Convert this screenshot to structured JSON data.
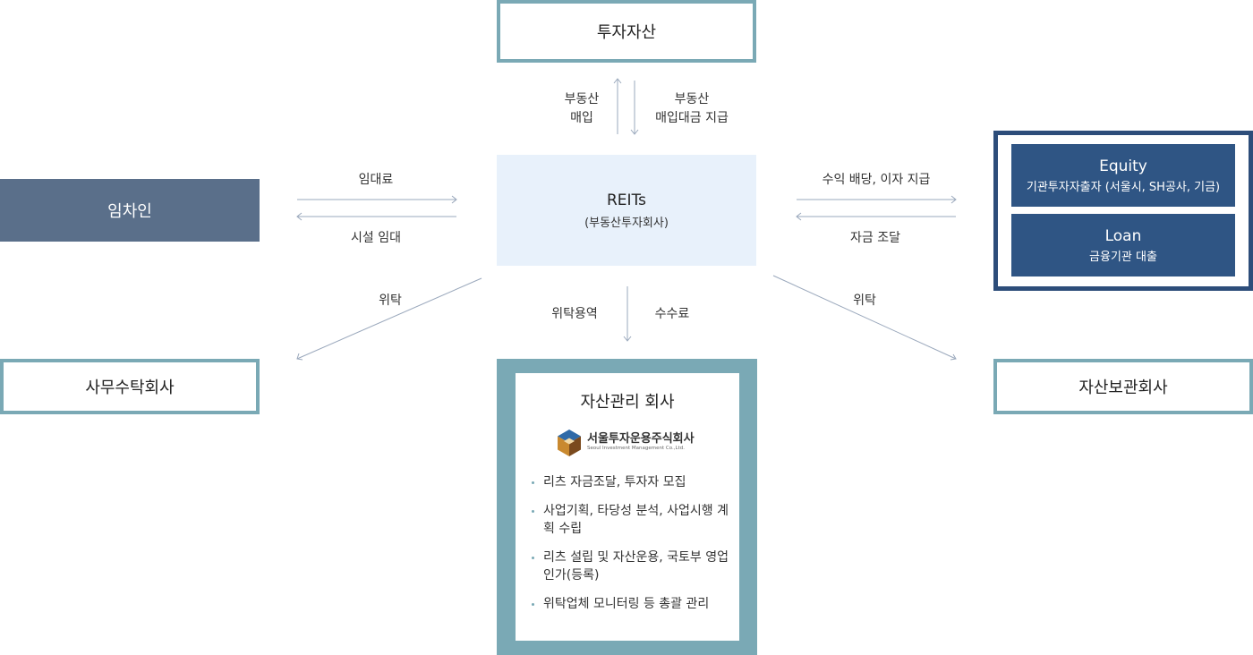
{
  "nodes": {
    "investment_assets": "투자자산",
    "reits_title": "REITs",
    "reits_subtitle": "(부동산투자회사)",
    "tenant": "임차인",
    "admin_trustee": "사무수탁회사",
    "custodian": "자산보관회사",
    "investor_equity_title": "Equity",
    "investor_equity_sub": "기관투자자출자 (서울시, SH공사, 기금)",
    "investor_loan_title": "Loan",
    "investor_loan_sub": "금융기관 대출",
    "amc_title": "자산관리 회사",
    "amc_logo_name": "서울투자운용주식회사",
    "amc_logo_sub": "Seoul Investment Management Co.,Ltd.",
    "amc_duties": [
      "리츠 자금조달, 투자자 모집",
      "사업기획, 타당성 분석, 사업시행 계획 수립",
      "리츠 설립 및 자산운용, 국토부 영업인가(등록)",
      "위탁업체 모니터링 등 총괄 관리"
    ]
  },
  "flows": {
    "purchase_l1": "부동산",
    "purchase_l2": "매입",
    "payment_l1": "부동산",
    "payment_l2": "매입대금 지급",
    "rent": "임대료",
    "lease": "시설 임대",
    "dividend": "수익 배당, 이자 지급",
    "funding": "자금 조달",
    "entrust_left": "위탁",
    "entrust_right": "위탁",
    "service": "위탁용역",
    "fee": "수수료"
  },
  "colors": {
    "outline": "#7aa9b5",
    "tenant_fill": "#5a6f8a",
    "investor_fill": "#2f5584",
    "reits_fill": "#e8f1fb",
    "arrow": "#9aa8bc"
  }
}
